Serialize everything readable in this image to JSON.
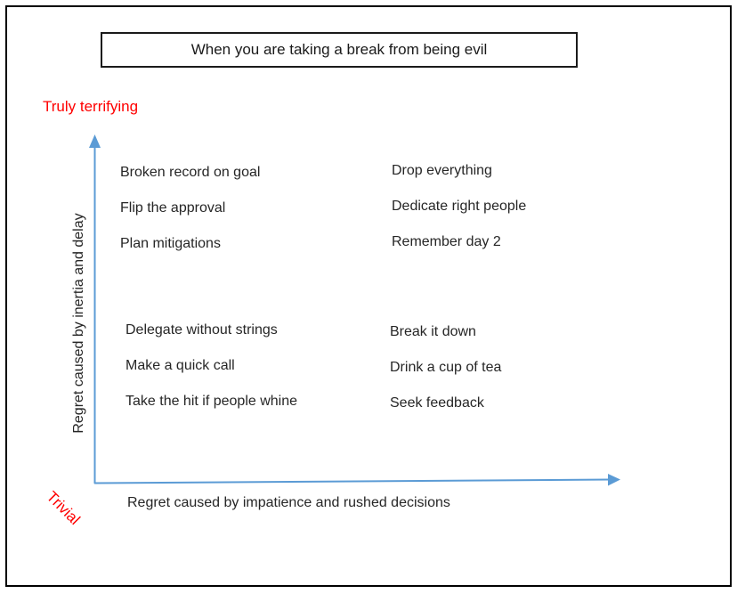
{
  "title": "When you are taking a break from being evil",
  "axis": {
    "y_top_label": "Truly terrifying",
    "y_axis_label": "Regret caused by inertia and delay",
    "x_axis_label": "Regret caused by impatience and rushed decisions",
    "origin_label": "Trivial"
  },
  "colors": {
    "extreme_label_red": "#FF0000",
    "axis_blue": "#5B9BD5",
    "text_black": "#262626",
    "frame_black": "#000000"
  },
  "quadrants": {
    "top_left": {
      "items": [
        "Broken record on goal",
        "Flip the approval",
        "Plan mitigations"
      ]
    },
    "top_right": {
      "items": [
        "Drop everything",
        "Dedicate right people",
        "Remember day 2"
      ]
    },
    "bottom_left": {
      "items": [
        "Delegate without strings",
        "Make a quick call",
        "Take the hit if people whine"
      ]
    },
    "bottom_right": {
      "items": [
        "Break it down",
        "Drink a cup of tea",
        "Seek feedback"
      ]
    }
  }
}
